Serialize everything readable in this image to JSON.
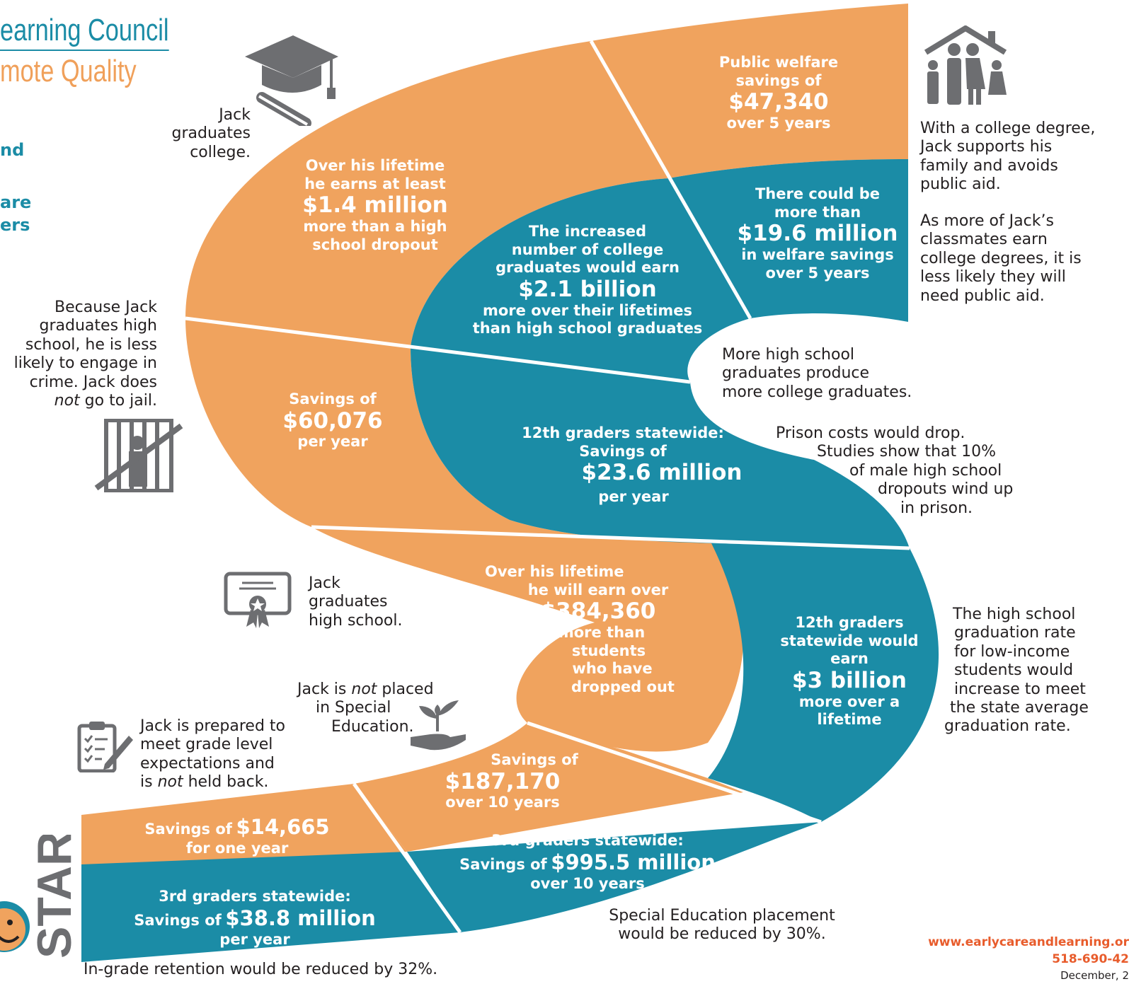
{
  "header": {
    "title_fragment": "earning Council",
    "subtitle_fragment": "mote Quality",
    "side_fragment_1": "nd",
    "side_fragment_2": "are",
    "side_fragment_3": "ers"
  },
  "colors": {
    "orange": "#f0a35e",
    "teal": "#1b8ca6",
    "gray": "#6d6e71"
  },
  "orange_band": {
    "s1_pre": "Savings of",
    "s1_amount": "$14,665",
    "s1_post": "for one year",
    "s2_pre": "Savings of",
    "s2_amount": "$187,170",
    "s2_post": "over 10 years",
    "s3_l1": "Over his lifetime",
    "s3_l2": "he will earn over",
    "s3_amount": "$384,360",
    "s3_l3": "more than",
    "s3_l4": "students",
    "s3_l5": "who have",
    "s3_l6": "dropped out",
    "s4_pre": "Savings of",
    "s4_amount": "$60,076",
    "s4_post": "per year",
    "s5_l1": "Over his lifetime",
    "s5_l2": "he earns at least",
    "s5_amount": "$1.4 million",
    "s5_l3": "more than a high",
    "s5_l4": "school dropout",
    "s6_l1": "Public welfare",
    "s6_l2": "savings of",
    "s6_amount": "$47,340",
    "s6_post": "over 5 years"
  },
  "teal_band": {
    "s1_l1": "3rd graders statewide:",
    "s1_pre": "Savings of",
    "s1_amount": "$38.8 million",
    "s1_post": "per year",
    "s2_l1": "3rd graders statewide:",
    "s2_pre": "Savings of",
    "s2_amount": "$995.5 million",
    "s2_post": "over 10 years",
    "s3_l1": "12th graders",
    "s3_l2": "statewide would",
    "s3_l3": "earn",
    "s3_amount": "$3 billion",
    "s3_l4": "more over a",
    "s3_l5": "lifetime",
    "s4_l1": "12th graders statewide:",
    "s4_l2": "Savings of",
    "s4_amount": "$23.6 million",
    "s4_post": "per year",
    "s5_l1": "The increased",
    "s5_l2": "number of college",
    "s5_l3": "graduates would earn",
    "s5_amount": "$2.1 billion",
    "s5_l4": "more over their lifetimes",
    "s5_l5": "than high school graduates",
    "s6_l1": "There could be",
    "s6_l2": "more than",
    "s6_amount": "$19.6 million",
    "s6_l3": "in welfare savings",
    "s6_l4": "over 5 years"
  },
  "notes": {
    "start": "START",
    "retention": "In-grade retention would be reduced by 32%.",
    "special_ed": [
      "Special Education placement",
      "would be reduced by 30%."
    ],
    "prepared": [
      "Jack is prepared to",
      "meet grade level",
      "expectations and"
    ],
    "prepared_last_pre": "is ",
    "prepared_not": "not",
    "prepared_last_post": " held back.",
    "placed_pre": "Jack is ",
    "placed_not": "not",
    "placed_post": " placed",
    "placed_rest": [
      "in Special",
      "Education."
    ],
    "hs_grad": [
      "Jack",
      "graduates",
      "high school."
    ],
    "hs_rate": [
      "The high school",
      "graduation rate",
      "for low-income",
      "students would",
      "increase to meet",
      "the state average",
      "graduation rate."
    ],
    "crime": [
      "Because Jack",
      "graduates high",
      "school, he is less",
      "likely to engage in",
      "crime. Jack does"
    ],
    "crime_not": "not",
    "crime_last": " go to jail.",
    "prison": [
      "Prison costs would drop.",
      "Studies show that 10%",
      "of male high school",
      "dropouts wind up",
      "in prison."
    ],
    "more_grads": [
      "More high school",
      "graduates produce",
      "more college graduates."
    ],
    "college": [
      "Jack",
      "graduates",
      "college."
    ],
    "degree": [
      "With a college degree,",
      "Jack supports his",
      "family and avoids",
      "public aid."
    ],
    "classmates": [
      "As more of Jack’s",
      "classmates earn",
      "college degrees, it is",
      "less likely they will",
      "need public aid."
    ]
  },
  "footer": {
    "website": "www.earlycareandlearning.or",
    "phone": "518-690-42",
    "date": "December, 2"
  }
}
